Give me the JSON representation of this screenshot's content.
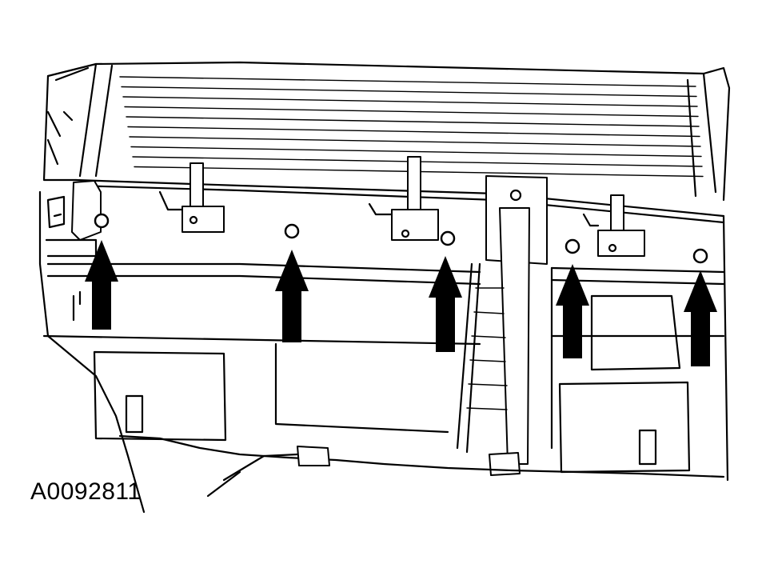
{
  "figure": {
    "id_label": "A0092811",
    "ink_color": "#000000",
    "paper_color": "#ffffff",
    "arrow_count": 5,
    "hole_count": 5
  }
}
